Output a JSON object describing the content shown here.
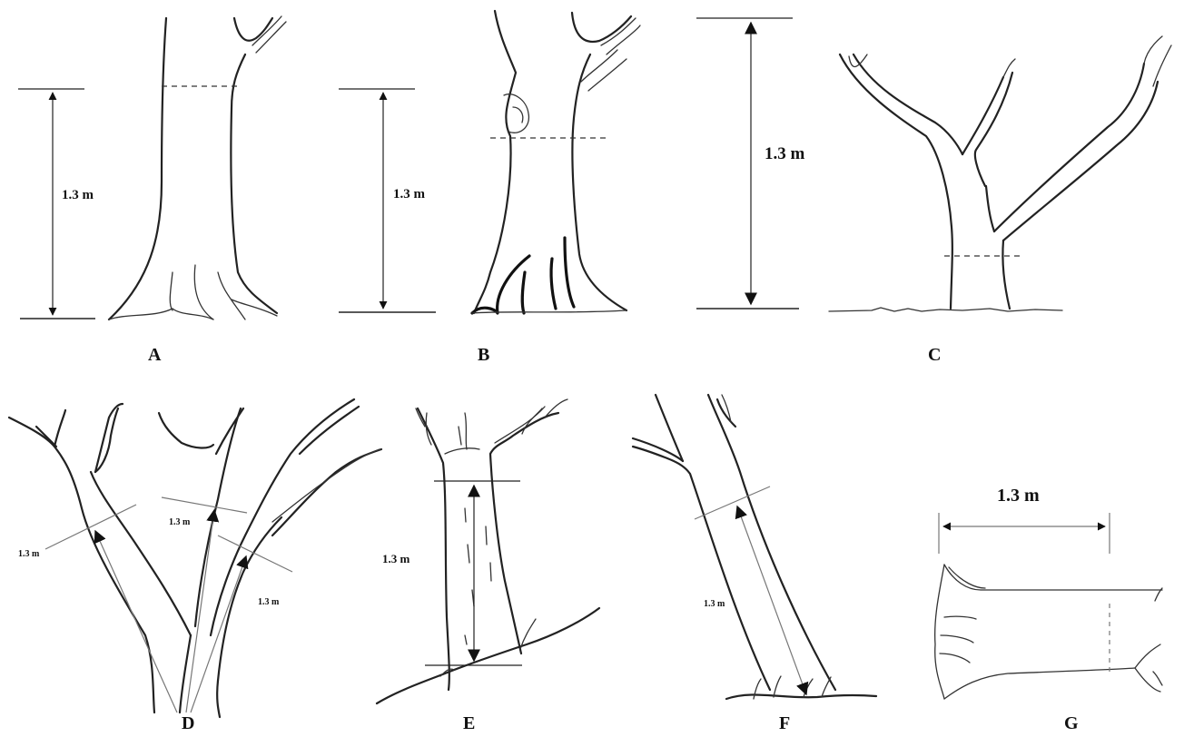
{
  "panels": [
    {
      "id": "A",
      "measure_label": "1.3 m"
    },
    {
      "id": "B",
      "measure_label": "1.3 m"
    },
    {
      "id": "C",
      "measure_label": "1.3 m"
    },
    {
      "id": "D",
      "measure_labels": [
        "1.3 m",
        "1.3 m",
        "1.3 m"
      ]
    },
    {
      "id": "E",
      "measure_label": "1.3 m"
    },
    {
      "id": "F",
      "measure_label": "1.3 m"
    },
    {
      "id": "G",
      "measure_label": "1.3 m"
    }
  ],
  "colors": {
    "line": "#222222",
    "background": "#ffffff"
  }
}
